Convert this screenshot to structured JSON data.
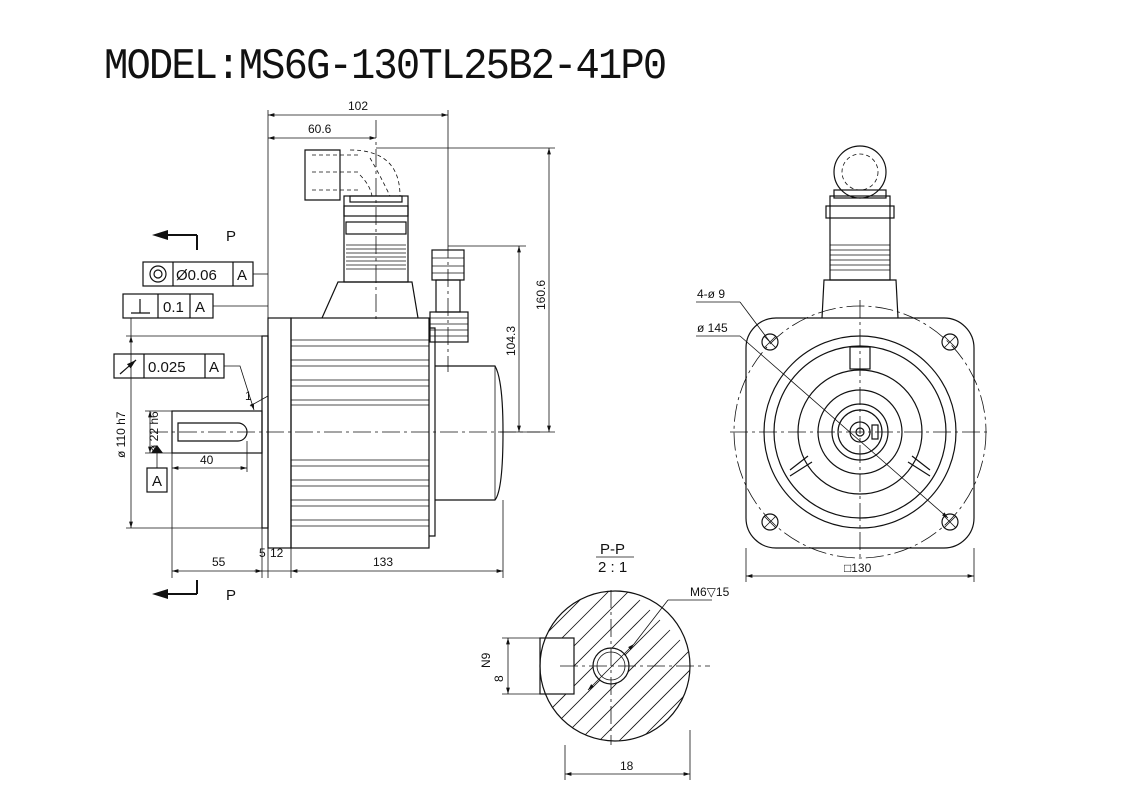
{
  "title": "MODEL:MS6G-130TL25B2-41P0",
  "section": {
    "label": "P-P",
    "scale": "2 : 1",
    "thread": "M6▽15",
    "key_tol": "N9",
    "key_width": "8",
    "shaft_dia": "18"
  },
  "dimensions": {
    "d102": "102",
    "d60_6": "60.6",
    "d160_6": "160.6",
    "d104_3": "104.3",
    "d110": "ø 110 h7",
    "d22": "ø 22 h6",
    "d40": "40",
    "d55": "55",
    "d5": "5",
    "d12": "12",
    "d133": "133",
    "d1": "1",
    "holes": "4-ø 9",
    "pcd": "ø 145",
    "flange": "□130"
  },
  "tolerances": {
    "concentric_val": "Ø0.06",
    "concentric_ref": "A",
    "perp_val": "0.1",
    "perp_ref": "A",
    "runout_val": "0.025",
    "runout_ref": "A",
    "datum": "A",
    "section_mark": "P"
  }
}
